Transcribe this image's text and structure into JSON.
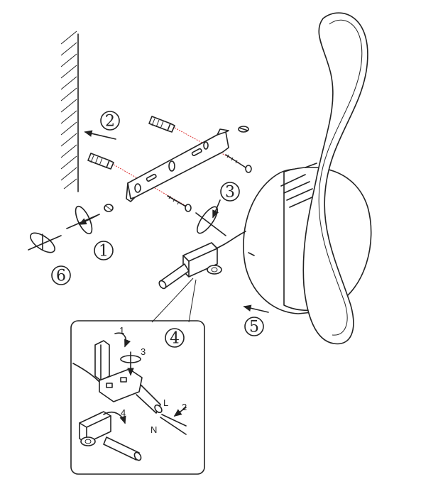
{
  "steps": {
    "s1": "1",
    "s2": "2",
    "s3": "3",
    "s4": "4",
    "s5": "5",
    "s6": "6"
  },
  "inset": {
    "n1": "1",
    "n2": "2",
    "n3": "3",
    "n4": "4",
    "wire_l": "L",
    "wire_n": "N"
  }
}
